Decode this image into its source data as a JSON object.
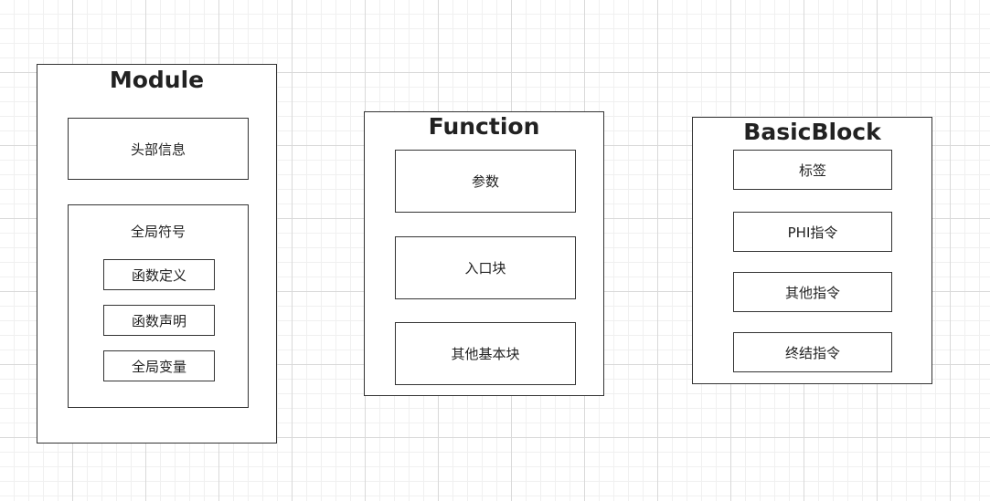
{
  "module": {
    "title": "Module",
    "header_info": "头部信息",
    "global_symbols": {
      "label": "全局符号",
      "items": [
        "函数定义",
        "函数声明",
        "全局变量"
      ]
    }
  },
  "function": {
    "title": "Function",
    "items": [
      "参数",
      "入口块",
      "其他基本块"
    ]
  },
  "basic_block": {
    "title": "BasicBlock",
    "items": [
      "标签",
      "PHI指令",
      "其他指令",
      "终结指令"
    ]
  }
}
